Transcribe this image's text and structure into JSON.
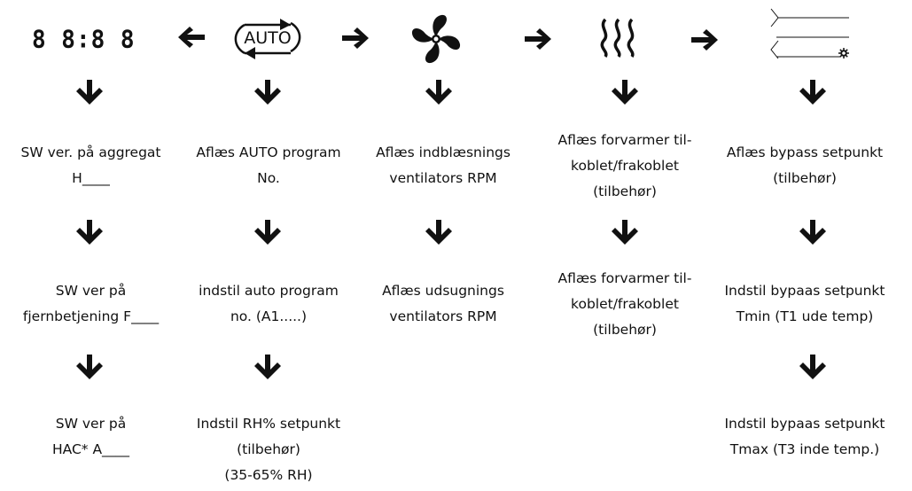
{
  "icons": {
    "display": {
      "name": "seven-segment-display-icon",
      "text": "8 8:8 8"
    },
    "auto": {
      "name": "auto-program-icon",
      "text": "AUTO"
    },
    "fan": {
      "name": "fan-icon"
    },
    "heater": {
      "name": "preheater-icon"
    },
    "bypass": {
      "name": "bypass-icon"
    }
  },
  "columns": [
    {
      "steps": [
        "SW ver. på aggregat\nH____",
        "SW ver på\nfjernbetjening F____",
        "SW ver på\nHAC* A____"
      ]
    },
    {
      "steps": [
        "Aflæs AUTO program\nNo.",
        "indstil auto program\nno. (A1.....)",
        "Indstil RH% setpunkt\n(tilbehør)\n(35-65% RH)"
      ]
    },
    {
      "steps": [
        "Aflæs indblæsnings\nventilators RPM",
        "Aflæs udsugnings\nventilators RPM"
      ]
    },
    {
      "steps": [
        "Aflæs forvarmer til-\nkoblet/frakoblet\n(tilbehør)",
        "Aflæs forvarmer til-\nkoblet/frakoblet\n(tilbehør)"
      ]
    },
    {
      "steps": [
        "Aflæs bypass setpunkt\n(tilbehør)",
        "Indstil bypaas setpunkt\nTmin (T1 ude temp)",
        "Indstil bypaas setpunkt\nTmax (T3 inde temp.)"
      ]
    }
  ]
}
